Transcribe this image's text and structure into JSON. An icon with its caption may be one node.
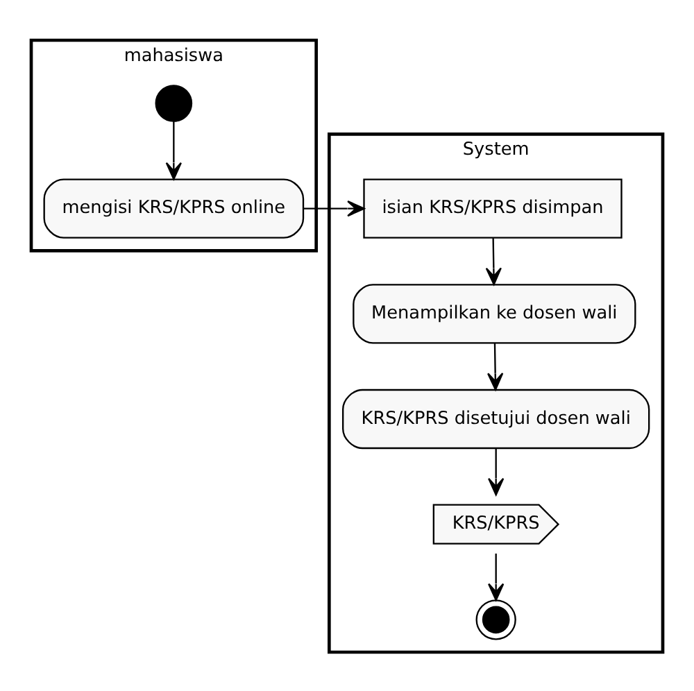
{
  "diagram": {
    "nodes": [
      {
        "text": [
          "mahasiswa"
        ]
      },
      {
        "text": [
          "System"
        ]
      },
      {
        "text": [],
        "shape": "circle",
        "in": 0
      },
      {
        "text": [
          "mengisi KRS/KPRS online"
        ],
        "in": 0
      },
      {
        "text": [
          "isian KRS/KPRS disimpan"
        ],
        "in": 1
      },
      {
        "text": [
          "Menampilkan ke dosen wali"
        ],
        "in": 1
      },
      {
        "text": [
          "KRS/KPRS disetujui dosen wali"
        ],
        "in": 1
      },
      {
        "text": [
          "KRS/KPRS"
        ],
        "in": 1
      },
      {
        "text": [],
        "shape": "circle",
        "in": 1
      }
    ],
    "edges": [
      {
        "from": 2,
        "to": 3,
        "arrow": "to"
      },
      {
        "from": 3,
        "to": 4,
        "arrow": "to"
      },
      {
        "from": 4,
        "to": 5,
        "arrow": "to"
      },
      {
        "from": 5,
        "to": 6,
        "arrow": "to"
      },
      {
        "from": 6,
        "to": 7,
        "arrow": "to"
      },
      {
        "from": 7,
        "to": 8,
        "arrow": "to"
      }
    ]
  }
}
